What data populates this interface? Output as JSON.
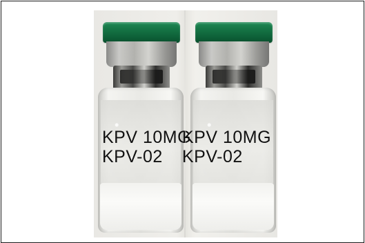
{
  "photo": {
    "left_vial": {
      "label_line1": "KPV 10MG",
      "label_line2": "KPV-02"
    },
    "right_vial": {
      "label_line1": "KPV 10MG",
      "label_line2": "KPV-02"
    }
  },
  "colors": {
    "cap": "#157445",
    "border": "#1a1a1a",
    "background": "#ffffff"
  }
}
